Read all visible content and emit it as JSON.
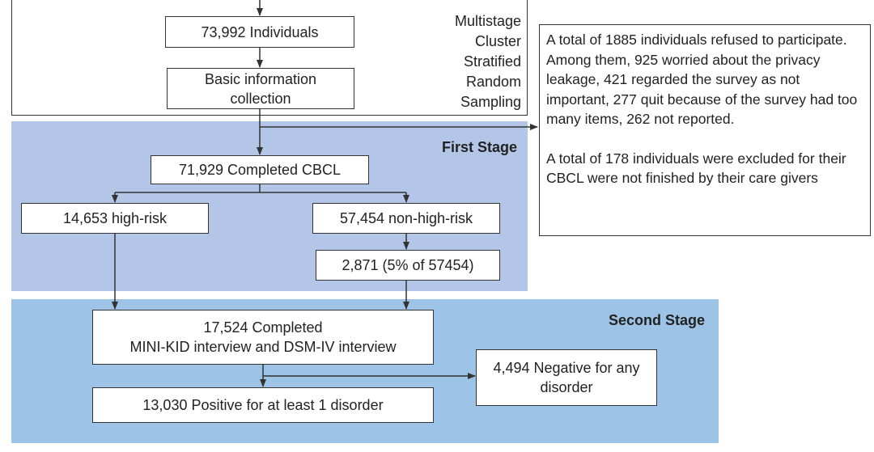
{
  "sampling_method": [
    "Multistage",
    "Cluster",
    "Stratified",
    "Random",
    "Sampling"
  ],
  "nodes": {
    "individuals": "73,992 Individuals",
    "basic_info": [
      "Basic information",
      "collection"
    ],
    "completed_cbcl": "71,929 Completed CBCL",
    "high_risk": "14,653 high-risk",
    "non_high_risk": "57,454 non-high-risk",
    "subsample": "2,871 (5% of 57454)",
    "completed_interview": [
      "17,524 Completed",
      "MINI-KID interview and DSM-IV interview"
    ],
    "negative": [
      "4,494 Negative for any",
      "disorder"
    ],
    "positive": "13,030 Positive for at least 1 disorder"
  },
  "stages": {
    "first": "First Stage",
    "second": "Second Stage"
  },
  "exclusion_note": {
    "paragraph1": "A total of 1885 individuals refused to participate. Among them, 925 worried about the privacy leakage, 421 regarded the survey as not important, 277 quit because of the survey had too many items, 262 not reported.",
    "paragraph2": "A total of 178 individuals were excluded for their CBCL were not finished by their care givers"
  },
  "colors": {
    "first_stage_bg": "#b4c6e7",
    "second_stage_bg": "#9dc3e6",
    "line": "#333333"
  }
}
